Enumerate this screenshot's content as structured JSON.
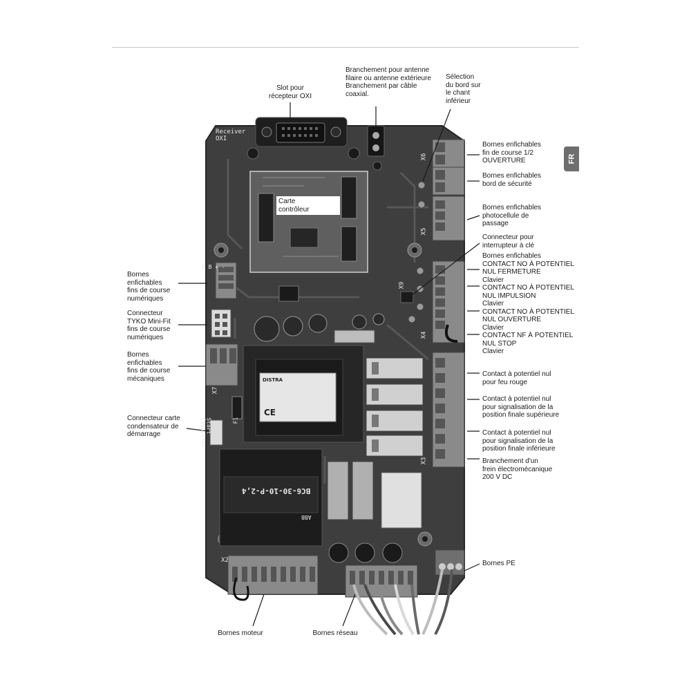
{
  "side_tab": "FR",
  "callouts": {
    "slot_oxi": "Slot pour\nrécepteur OXI",
    "antenne": "Branchement pour antenne\nfilaire ou antenne extérieure\nBranchement par câble\ncoaxial.",
    "selection_bord": "Sélection\ndu bord sur\nle chant\ninférieur",
    "fin_course_ouverture": "Bornes enfichables\nfin de course 1/2\nOUVERTURE",
    "bord_securite": "Bornes enfichables\nbord de sécurité",
    "photocellule": "Bornes enfichables\nphotocellule de\npassage",
    "interrupteur_cle": "Connecteur pour\ninterrupteur à clé",
    "contacts_no_nf": "Bornes enfichables\nCONTACT NO À POTENTIEL\nNUL FERMETURE\nClavier\nCONTACT NO À POTENTIEL\nNUL IMPULSION\nClavier\nCONTACT NO À POTENTIEL\nNUL OUVERTURE\nClavier\nCONTACT NF À POTENTIEL\nNUL STOP\nClavier",
    "feu_rouge": "Contact à potentiel nul\npour feu rouge",
    "position_sup": "Contact à potentiel nul\npour signalisation de la\nposition finale supérieure",
    "position_inf": "Contact à potentiel nul\npour signalisation de la\nposition finale inférieure",
    "frein": "Branchement d'un\nfrein électromécanique\n200 V DC",
    "bornes_pe": "Bornes PE",
    "fins_course_num": "Bornes\nenfichables\nfins de course\nnumériques",
    "tyko": "Connecteur\nTYKO Mini-Fit\nfins de course\nnumériques",
    "fins_course_meca": "Bornes\nenfichables\nfins de course\nmécaniques",
    "condensateur": "Connecteur carte\ncondensateur de\ndémarrage",
    "bornes_moteur": "Bornes moteur",
    "bornes_reseau": "Bornes réseau",
    "carte_controleur": "Carte\ncontrôleur"
  },
  "board_marks": {
    "receiver": "Receiver\nOXI",
    "x6": "X6",
    "x5": "X5",
    "x9": "X9",
    "x4": "X4",
    "x3": "X3",
    "x7": "X7",
    "x2": "X2",
    "f1": "F1",
    "start_cap": "Start\nCapacitor",
    "ab": "A B + -",
    "contactor_model": "BC6-30-10-P-2,4",
    "contactor_brand": "ABB",
    "transformer_brand": "DISTRA",
    "ce": "CE"
  },
  "colors": {
    "board": "#3e3e3e",
    "board_edge": "#2c2c2c",
    "terminal": "#8a8a8a",
    "relay": "#cfcfcf",
    "tab": "#6e6e6e"
  }
}
